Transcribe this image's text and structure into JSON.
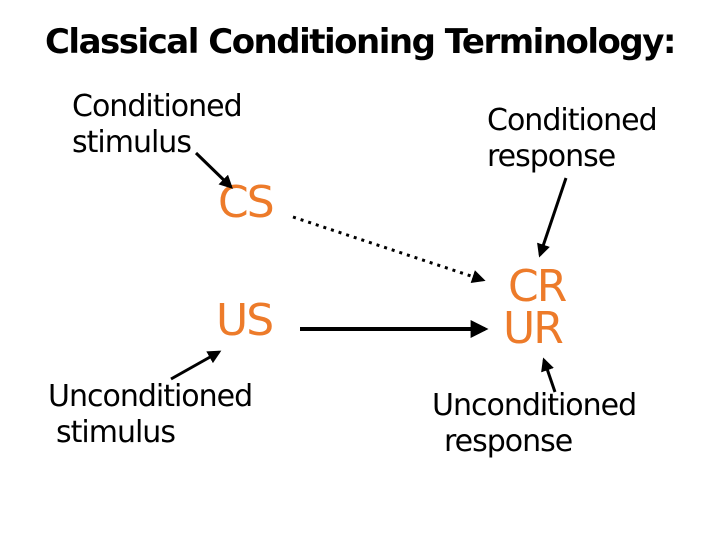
{
  "slide": {
    "title": "Classical Conditioning Terminology:",
    "terms": {
      "conditioned_stimulus": {
        "label_line1": "Conditioned",
        "label_line2": "stimulus",
        "abbrev": "CS"
      },
      "conditioned_response": {
        "label_line1": "Conditioned",
        "label_line2": "response",
        "abbrev": "CR"
      },
      "unconditioned_stimulus": {
        "label_line1": "Unconditioned",
        "label_line2": "stimulus",
        "abbrev": "US"
      },
      "unconditioned_response": {
        "label_line1": "Unconditioned",
        "label_line2": "response",
        "abbrev": "UR"
      }
    },
    "colors": {
      "abbrev_orange": "#ED7B2A",
      "text_black": "#000000",
      "background": "#FFFFFF"
    }
  }
}
